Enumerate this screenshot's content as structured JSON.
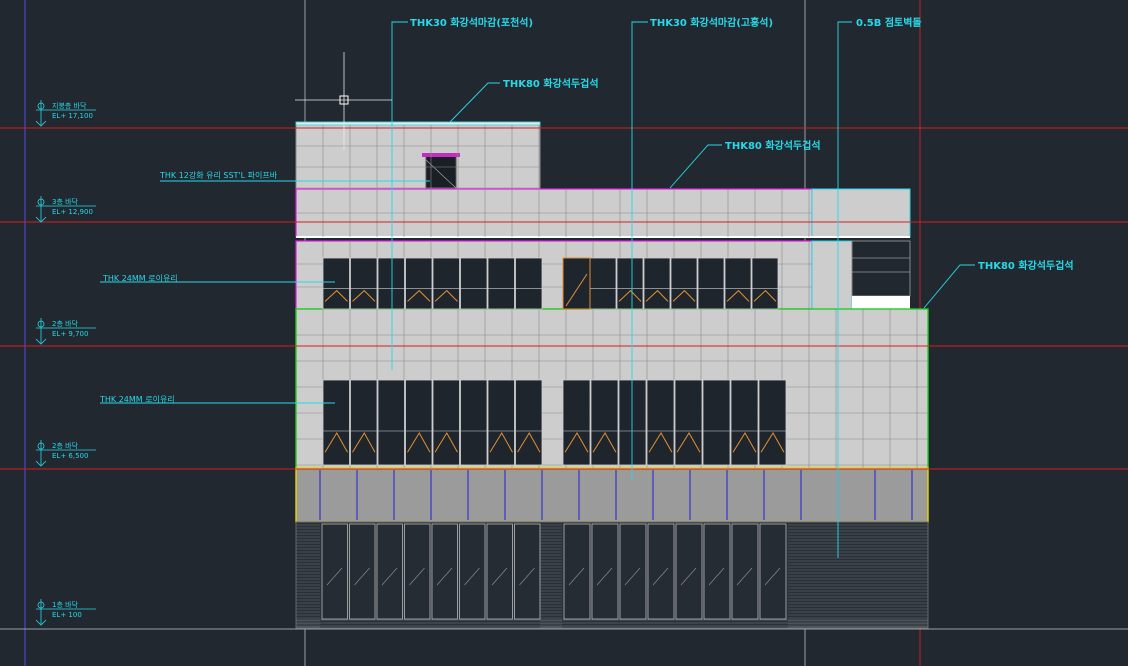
{
  "drawing": {
    "annotations": {
      "stone_finish_pocheon": "THK30 화강석마감(포천석)",
      "stone_finish_goheung": "THK30 화강석마감(고흥석)",
      "brick_wall": "0.5B 점토벽돌",
      "coping_stone_roof": "THK80 화강석두겁석",
      "coping_stone_3f": "THK80 화강석두겁석",
      "coping_stone_2f": "THK80 화강석두겁석",
      "glass_railing": "THK 12강화 유리 SST'L 파이프바",
      "window_3f": "THK 24MM 로이유리",
      "window_2f": "THK 24MM 로이유리"
    },
    "levels": [
      {
        "name": "지붕층 바닥",
        "el": "EL+ 17,100"
      },
      {
        "name": "3층 바닥",
        "el": "EL+ 12,900"
      },
      {
        "name": "2층 바닥",
        "el": "EL+ 9,700"
      },
      {
        "name": "2층 바닥",
        "el": "EL+ 6,500"
      },
      {
        "name": "1층 바닥",
        "el": "EL+ 100"
      }
    ],
    "colors": {
      "background": "#212830",
      "stone_fill": "#cdcdcd",
      "annotation": "#27d9e8",
      "level_line": "#d42020",
      "band_yellow": "#e8d800",
      "outline_magenta": "#e020e0",
      "outline_green": "#20d020"
    }
  }
}
